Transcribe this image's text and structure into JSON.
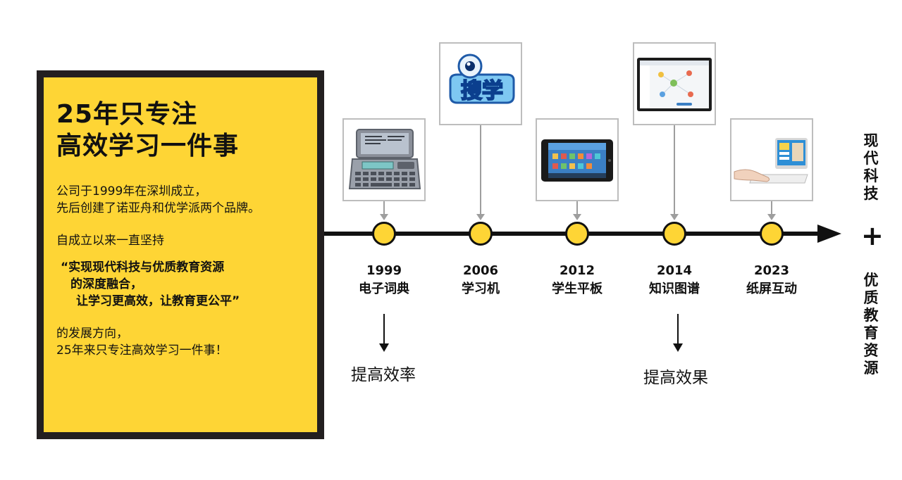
{
  "card": {
    "title_line1": "25年只专注",
    "title_line2": "高效学习一件事",
    "para1_line1": "公司于1999年在深圳成立，",
    "para1_line2": "先后创建了诺亚舟和优学派两个品牌。",
    "para2": "自成立以来一直坚持",
    "quote_line1": "“实现现代科技与优质教育资源",
    "quote_line2": "的深度融合，",
    "quote_line3": "让学习更高效，让教育更公平”",
    "para3_line1": "的发展方向，",
    "para3_line2": "25年来只专注高效学习一件事！"
  },
  "timeline": [
    {
      "year": "1999",
      "label": "电子词典",
      "image": "electronic-dictionary"
    },
    {
      "year": "2006",
      "label": "学习机",
      "image": "souxue-logo"
    },
    {
      "year": "2012",
      "label": "学生平板",
      "image": "student-tablet"
    },
    {
      "year": "2014",
      "label": "知识图谱",
      "image": "knowledge-graph-screen"
    },
    {
      "year": "2023",
      "label": "纸屏互动",
      "image": "paper-screen-device"
    }
  ],
  "logo_text": "搜学",
  "effects": {
    "left": "提高效率",
    "right": "提高效果"
  },
  "side": {
    "top": "现代科技",
    "plus": "+",
    "bottom": "优质教育资源"
  },
  "colors": {
    "accent": "#fed535",
    "dark": "#111111",
    "frame": "#bdbdbd"
  }
}
